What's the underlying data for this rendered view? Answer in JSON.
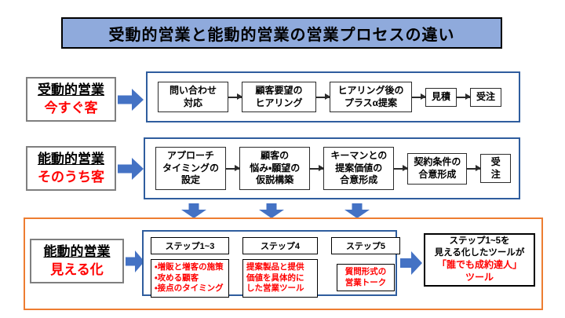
{
  "title": "受動的営業と能動的営業の営業プロセスの違い",
  "colors": {
    "title_bg": "#8faadc",
    "accent_blue": "#4472c4",
    "container_blue": "#2f5d9e",
    "orange": "#ed7d31",
    "red": "#ff0000"
  },
  "row_passive": {
    "label_main": "受動的営業",
    "label_sub": "今すぐ客",
    "steps": [
      "問い合わせ\n対応",
      "顧客要望の\nヒアリング",
      "ヒアリング後の\nプラスα提案",
      "見積",
      "受注"
    ]
  },
  "row_active": {
    "label_main": "能動的営業",
    "label_sub": "そのうち客",
    "steps": [
      "アプローチ\nタイミングの\n設定",
      "顧客の\n悩み・願望の\n仮説構築",
      "キーマンとの\n提案価値の\n合意形成",
      "契約条件の\n合意形成",
      "受注"
    ]
  },
  "row_visual": {
    "label_main": "能動的営業",
    "label_sub": "見える化",
    "columns": [
      {
        "header": "ステップ1~3",
        "body": "・増販と増客の施策\n・攻める顧客\n・接点のタイミング"
      },
      {
        "header": "ステップ4",
        "body": "提案製品と提供\n価値を具体的に\nした営業ツール"
      },
      {
        "header": "ステップ5",
        "body": "質問形式の\n営業トーク"
      }
    ],
    "result_black": "ステップ1~5を\n見える化したツールが",
    "result_red": "「誰でも成約達人」\nツール"
  }
}
